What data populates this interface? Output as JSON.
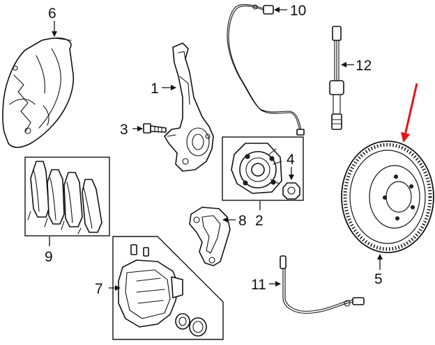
{
  "callouts": {
    "c1": "1",
    "c2": "2",
    "c3": "3",
    "c4": "4",
    "c5": "5",
    "c6": "6",
    "c7": "7",
    "c8": "8",
    "c9": "9",
    "c10": "10",
    "c11": "11",
    "c12": "12"
  },
  "colors": {
    "line": "#111111",
    "background": "#ffffff",
    "highlight_arrow": "#e3141b"
  }
}
